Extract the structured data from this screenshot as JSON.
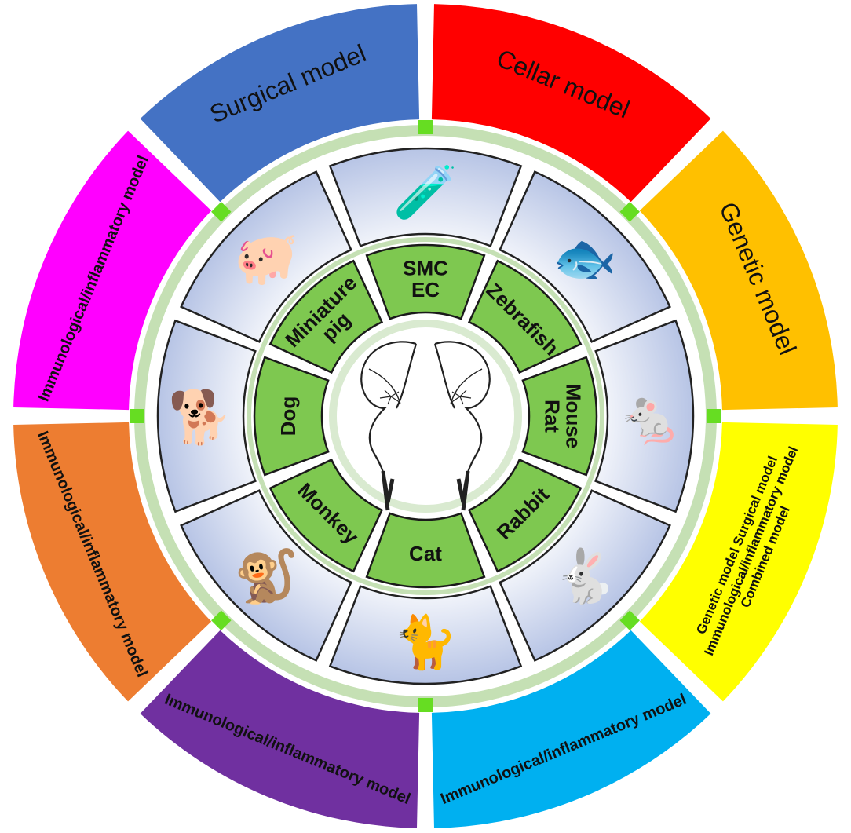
{
  "outer_sectors": [
    {
      "id": "cellar",
      "label": "Cellar model",
      "lines": [
        "Cellar model"
      ],
      "color": "#ff0000",
      "text_color": "#111111"
    },
    {
      "id": "genetic",
      "label": "Genetic model",
      "lines": [
        "Genetic model"
      ],
      "color": "#ffc000",
      "text_color": "#111111"
    },
    {
      "id": "combined",
      "label": "Genetic model Surgical model Immunological/inflammatory model Combined model",
      "lines": [
        "Genetic model  Surgical model",
        "Immunological/inflammatory model",
        "Combined model"
      ],
      "color": "#ffff00",
      "text_color": "#111111"
    },
    {
      "id": "immuno-right",
      "label": "Immunological/inflammatory model",
      "lines": [
        "Immunological/inflammatory model"
      ],
      "color": "#00b0f0",
      "text_color": "#111111"
    },
    {
      "id": "immuno-purple",
      "label": "Immunological/inflammatory model",
      "lines": [
        "Immunological/inflammatory model"
      ],
      "color": "#7030a0",
      "text_color": "#111111"
    },
    {
      "id": "immuno-orange",
      "label": "Immunological/inflammatory model",
      "lines": [
        "Immunological/inflammatory model"
      ],
      "color": "#ed7d31",
      "text_color": "#111111"
    },
    {
      "id": "immuno-left",
      "label": "Immunological/inflammatory model",
      "lines": [
        "Immunological/inflammatory model"
      ],
      "color": "#ff00ff",
      "text_color": "#111111"
    },
    {
      "id": "surgical",
      "label": "Surgical model",
      "lines": [
        "Surgical model"
      ],
      "color": "#4472c4",
      "text_color": "#111111"
    }
  ],
  "inner_sectors": [
    {
      "id": "cells",
      "label": "SMC EC",
      "lines": [
        "SMC",
        "EC"
      ],
      "image": "test-tube-and-petri-dish"
    },
    {
      "id": "zebrafish",
      "label": "Zebrafish",
      "lines": [
        "Zebrafish"
      ],
      "image": "zebrafish"
    },
    {
      "id": "rodent",
      "label": "Mouse Rat",
      "lines": [
        "Mouse",
        "Rat"
      ],
      "image": "mouse"
    },
    {
      "id": "rabbit",
      "label": "Rabbit",
      "lines": [
        "Rabbit"
      ],
      "image": "rabbit"
    },
    {
      "id": "cat",
      "label": "Cat",
      "lines": [
        "Cat"
      ],
      "image": "cat"
    },
    {
      "id": "monkey",
      "label": "Monkey",
      "lines": [
        "Monkey"
      ],
      "image": "chimpanzee"
    },
    {
      "id": "dog",
      "label": "Dog",
      "lines": [
        "Dog"
      ],
      "image": "dog"
    },
    {
      "id": "pig",
      "label": "Miniature pig",
      "lines": [
        "Miniature",
        "pig"
      ],
      "image": "pig"
    }
  ],
  "center_image": "cerebral-arteries",
  "colors": {
    "inner_label_fill": "#7ec850",
    "ring_green": "#c5e0b4",
    "connector_green": "#66dd22",
    "image_ring_gradient_inner": "#ffffff",
    "image_ring_gradient_outer": "#a8b8e0"
  }
}
